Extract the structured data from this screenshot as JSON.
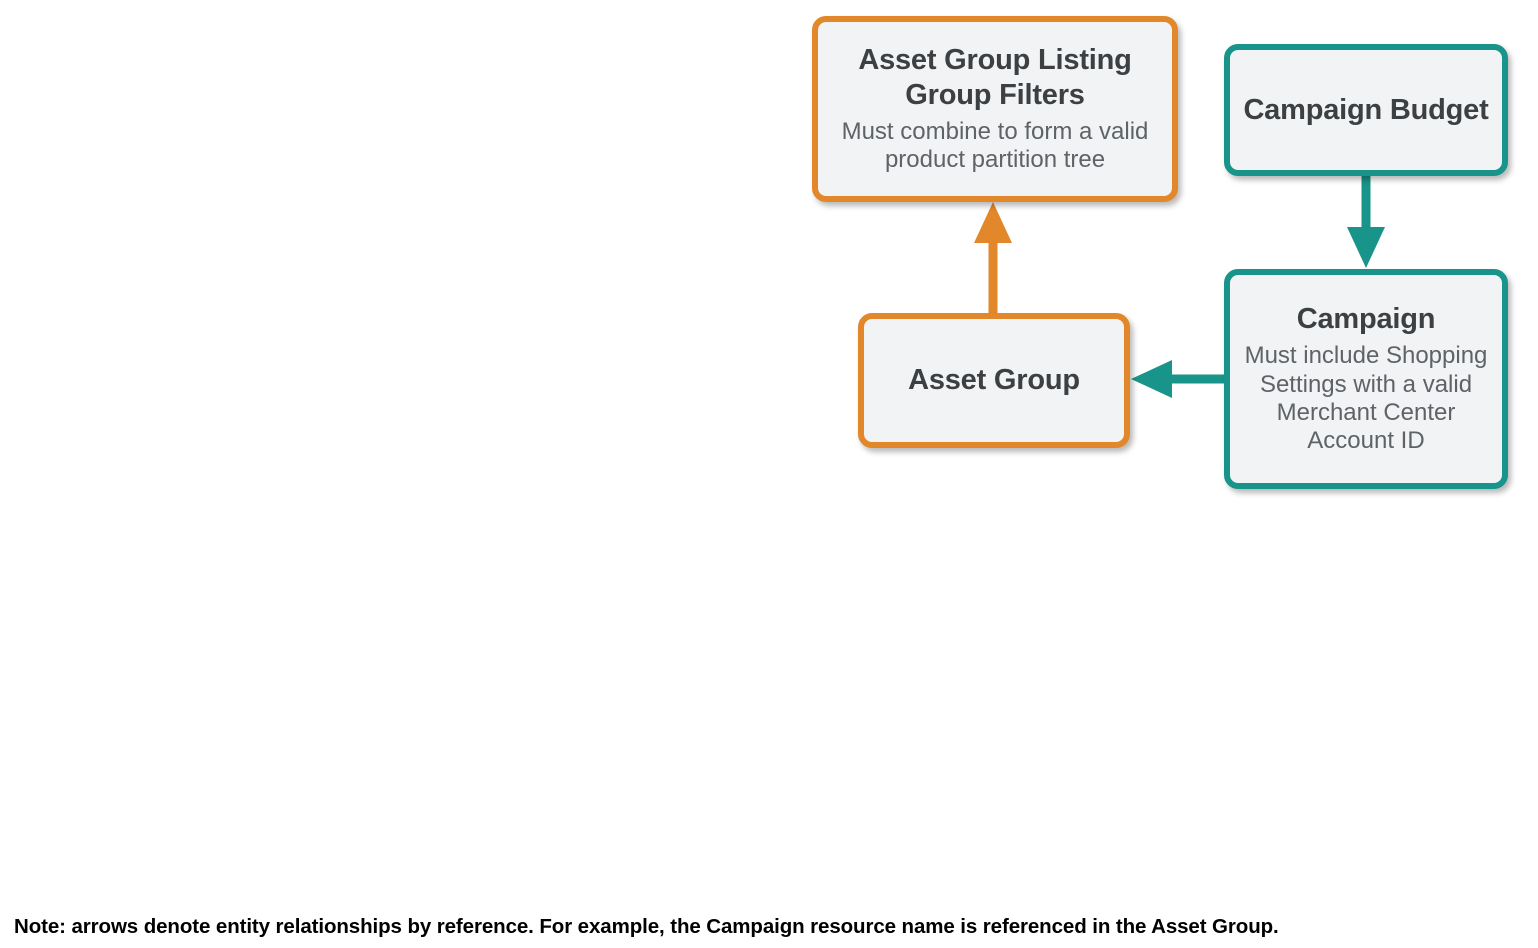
{
  "diagram": {
    "background": "#ffffff",
    "palette": {
      "orange": "#e2872a",
      "teal": "#18948a",
      "box_fill": "#f1f3f4",
      "title_text": "#3c4043",
      "subtitle_text": "#5f6368",
      "note_text": "#000000"
    },
    "nodes": [
      {
        "id": "asset-group-listing-group-filters",
        "title": "Asset Group Listing Group Filters",
        "subtitle": "Must combine to form a valid product partition tree",
        "color": "orange"
      },
      {
        "id": "campaign-budget",
        "title": "Campaign Budget",
        "subtitle": "",
        "color": "teal"
      },
      {
        "id": "asset-group",
        "title": "Asset Group",
        "subtitle": "",
        "color": "orange"
      },
      {
        "id": "campaign",
        "title": "Campaign",
        "subtitle": "Must include Shopping Settings with a valid Merchant Center Account ID",
        "color": "teal"
      }
    ],
    "connectors": [
      {
        "id": "asset-group-to-listing-group-filters",
        "from": "asset-group",
        "to": "asset-group-listing-group-filters",
        "direction": "up",
        "color": "orange"
      },
      {
        "id": "campaign-budget-to-campaign",
        "from": "campaign-budget",
        "to": "campaign",
        "direction": "down",
        "color": "teal"
      },
      {
        "id": "campaign-to-asset-group",
        "from": "campaign",
        "to": "asset-group",
        "direction": "left",
        "color": "teal"
      }
    ],
    "note": "Note: arrows denote entity relationships by reference. For example, the Campaign resource name is referenced in the Asset Group."
  }
}
